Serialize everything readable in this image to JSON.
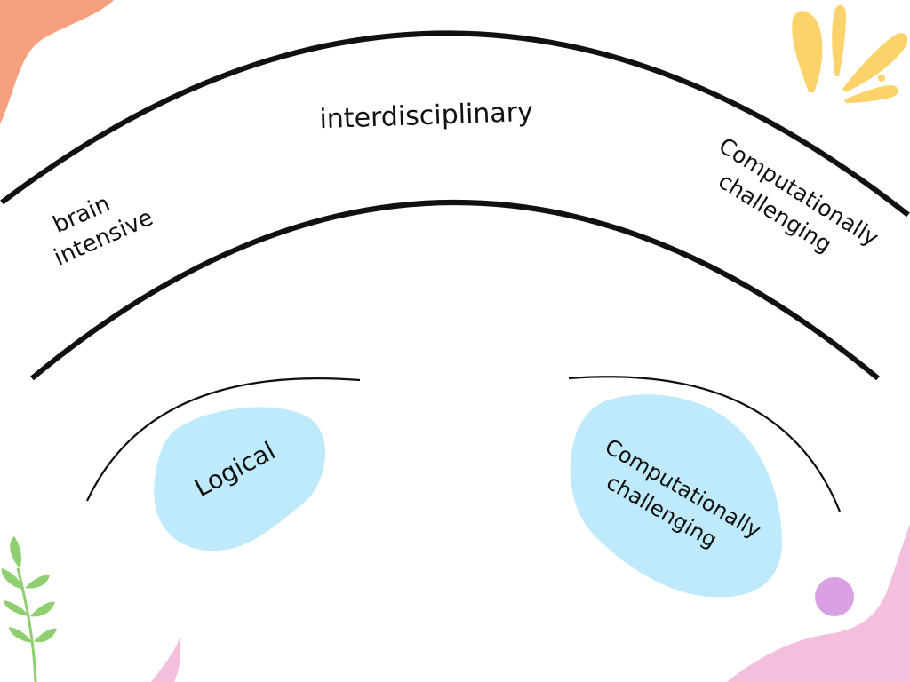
{
  "labels": {
    "outer_top": "interdisciplinary",
    "outer_left_line1": "brain",
    "outer_left_line2": "intensive",
    "outer_right_line1": "Computationally",
    "outer_right_line2": "challenging",
    "blob_left": "Logical",
    "blob_right_line1": "Computationally",
    "blob_right_line2": "challenging"
  },
  "colors": {
    "background": "#ffffff",
    "arc_stroke": "#111111",
    "blob_fill": "#bfeafb",
    "orange_blob": "#f7a07f",
    "yellow_splash": "#fcd36b",
    "leaf_green": "#8fcf6f",
    "pink_blob": "#f3bfdc",
    "purple_dot": "#d9a0e4"
  }
}
